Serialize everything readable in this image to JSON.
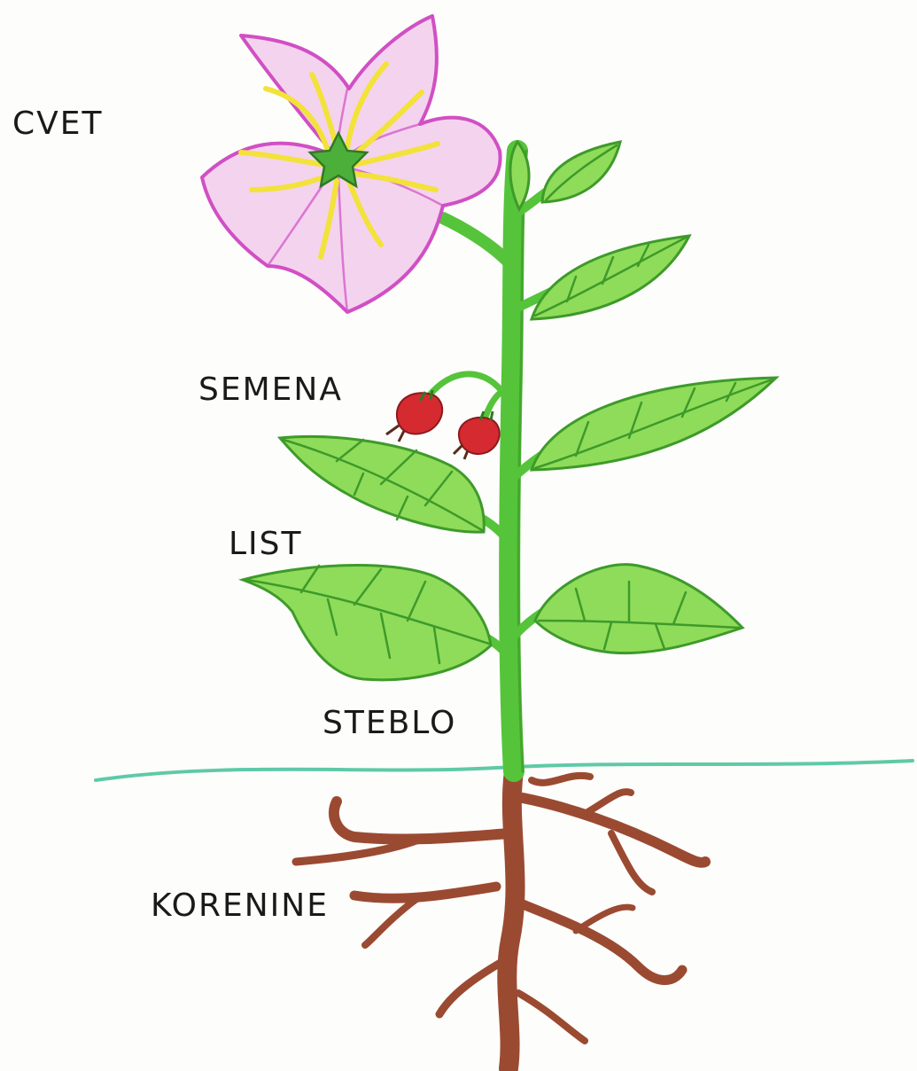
{
  "labels": {
    "flower": "CVET",
    "seeds": "SEMENA",
    "leaf": "LIST",
    "stem": "STEBLO",
    "roots": "KORENINE"
  },
  "colors": {
    "petal_fill": "#f4d3ee",
    "petal_stroke": "#d14fc4",
    "stamen": "#f2e23a",
    "center": "#4caf3a",
    "leaf_fill": "#8fdc5a",
    "leaf_stroke": "#3e9a2a",
    "stem": "#55c43a",
    "seed": "#d42a30",
    "root": "#9b4a32",
    "ground": "#5fc9a8"
  }
}
